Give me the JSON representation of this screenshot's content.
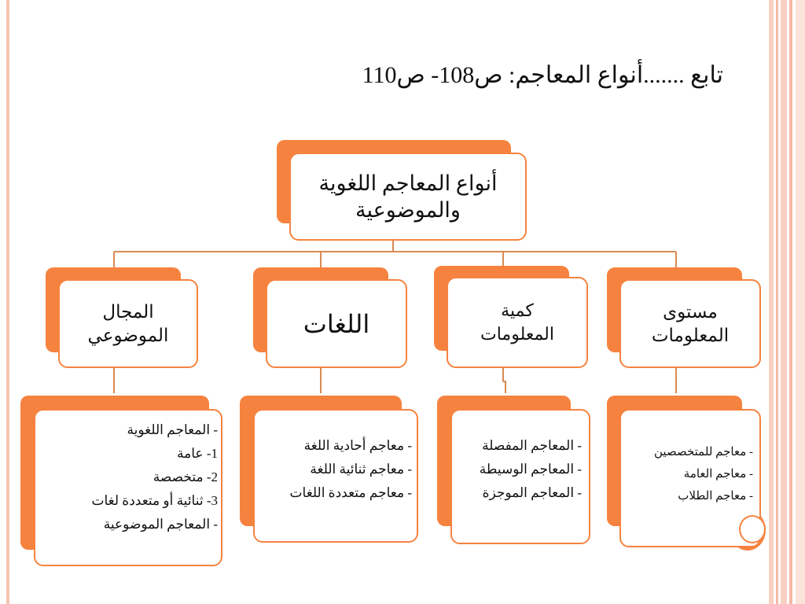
{
  "title": "تابع .......أنواع المعاجم: ص108- ص110",
  "root": {
    "line1": "أنواع المعاجم اللغوية",
    "line2": "والموضوعية"
  },
  "categories": [
    {
      "line1": "المجال",
      "line2": "الموضوعي"
    },
    {
      "line1": "اللغات",
      "line2": ""
    },
    {
      "line1": "كمية",
      "line2": "المعلومات"
    },
    {
      "line1": "مستوى",
      "line2": "المعلومات"
    }
  ],
  "details": [
    [
      "- المعاجم اللغوية",
      "1- عامة",
      "2- متخصصة",
      "3- ثنائية أو متعددة لغات",
      "- المعاجم الموضوعية"
    ],
    [
      "- معاجم أحادية اللغة",
      "- معاجم ثنائية اللغة",
      "- معاجم متعددة اللغات"
    ],
    [
      "- المعاجم المفصلة",
      "- المعاجم الوسيطة",
      "- المعاجم الموجزة"
    ],
    [
      "- معاجم للمتخصصين",
      "- معاجم العامة",
      "- معاجم الطلاب"
    ]
  ],
  "colors": {
    "accent": "#f5833f",
    "connector": "#d98a52",
    "border_stripe": "#f5c4b3"
  }
}
